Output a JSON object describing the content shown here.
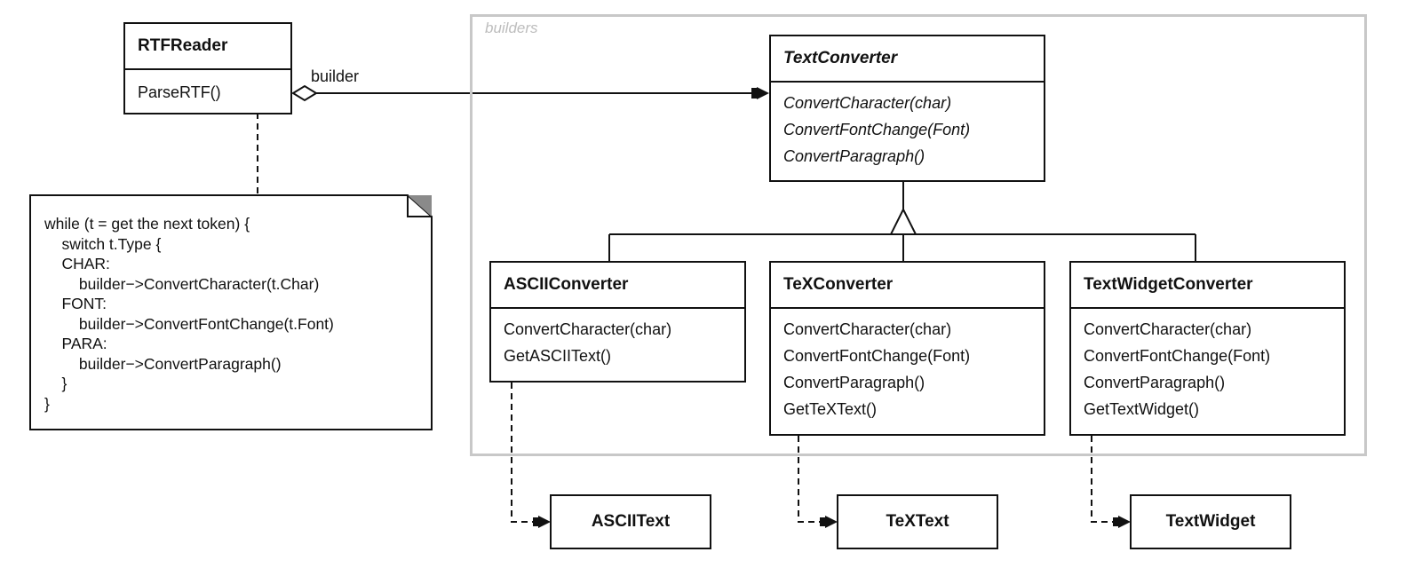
{
  "package": {
    "label": "builders"
  },
  "rtf_reader": {
    "name": "RTFReader",
    "operation": "ParseRTF()"
  },
  "association": {
    "role": "builder"
  },
  "text_converter": {
    "name": "TextConverter",
    "operations": [
      "ConvertCharacter(char)",
      "ConvertFontChange(Font)",
      "ConvertParagraph()"
    ]
  },
  "ascii_converter": {
    "name": "ASCIIConverter",
    "operations": [
      "ConvertCharacter(char)",
      "GetASCIIText()"
    ]
  },
  "tex_converter": {
    "name": "TeXConverter",
    "operations": [
      "ConvertCharacter(char)",
      "ConvertFontChange(Font)",
      "ConvertParagraph()",
      "GetTeXText()"
    ]
  },
  "textwidget_converter": {
    "name": "TextWidgetConverter",
    "operations": [
      "ConvertCharacter(char)",
      "ConvertFontChange(Font)",
      "ConvertParagraph()",
      "GetTextWidget()"
    ]
  },
  "products": {
    "ascii_text": "ASCIIText",
    "tex_text": "TeXText",
    "text_widget": "TextWidget"
  },
  "note": {
    "lines": [
      "while (t = get the next token) {",
      "    switch t.Type {",
      "    CHAR:",
      "        builder−>ConvertCharacter(t.Char)",
      "    FONT:",
      "        builder−>ConvertFontChange(t.Font)",
      "    PARA:",
      "        builder−>ConvertParagraph()",
      "    }",
      "}"
    ]
  }
}
